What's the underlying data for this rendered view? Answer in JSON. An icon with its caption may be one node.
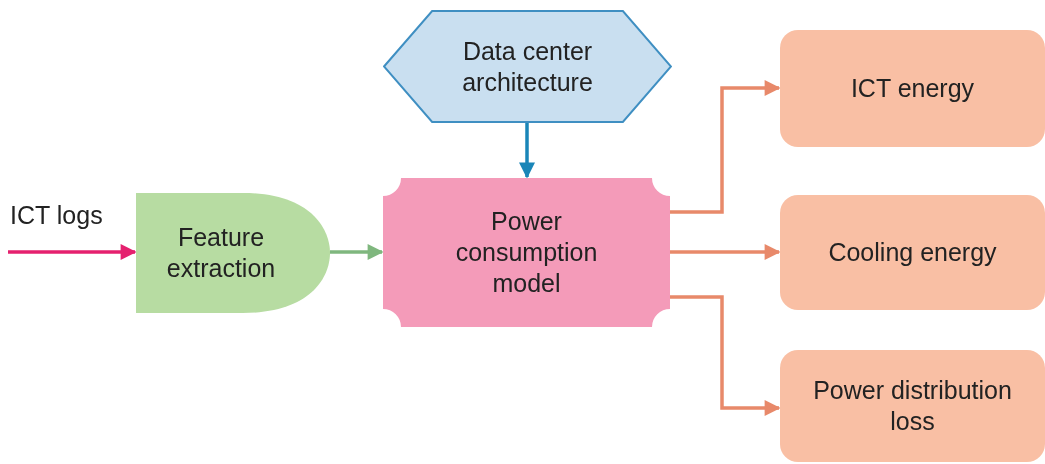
{
  "diagram": {
    "nodes": [
      {
        "text": [
          "Data center architecture"
        ]
      },
      {
        "text": [
          "Feature extraction"
        ]
      },
      {
        "text": [
          "Power consumption model"
        ]
      },
      {
        "text": [
          "ICT energy"
        ]
      },
      {
        "text": [
          "Cooling energy"
        ]
      },
      {
        "text": [
          "Power distribution loss"
        ]
      }
    ],
    "edges": [
      {
        "from": null,
        "to": 1,
        "arrow": "to",
        "color": "#e5206e"
      },
      {
        "from": 1,
        "to": 2,
        "arrow": "to",
        "color": "#7fb77e"
      },
      {
        "from": 0,
        "to": 2,
        "arrow": "to",
        "color": "#1a86b8"
      },
      {
        "from": 2,
        "to": 3,
        "arrow": "to"
      },
      {
        "from": 2,
        "to": 4,
        "arrow": "to"
      },
      {
        "from": 2,
        "to": 5,
        "arrow": "to"
      }
    ],
    "labels": [
      "ICT logs"
    ]
  }
}
